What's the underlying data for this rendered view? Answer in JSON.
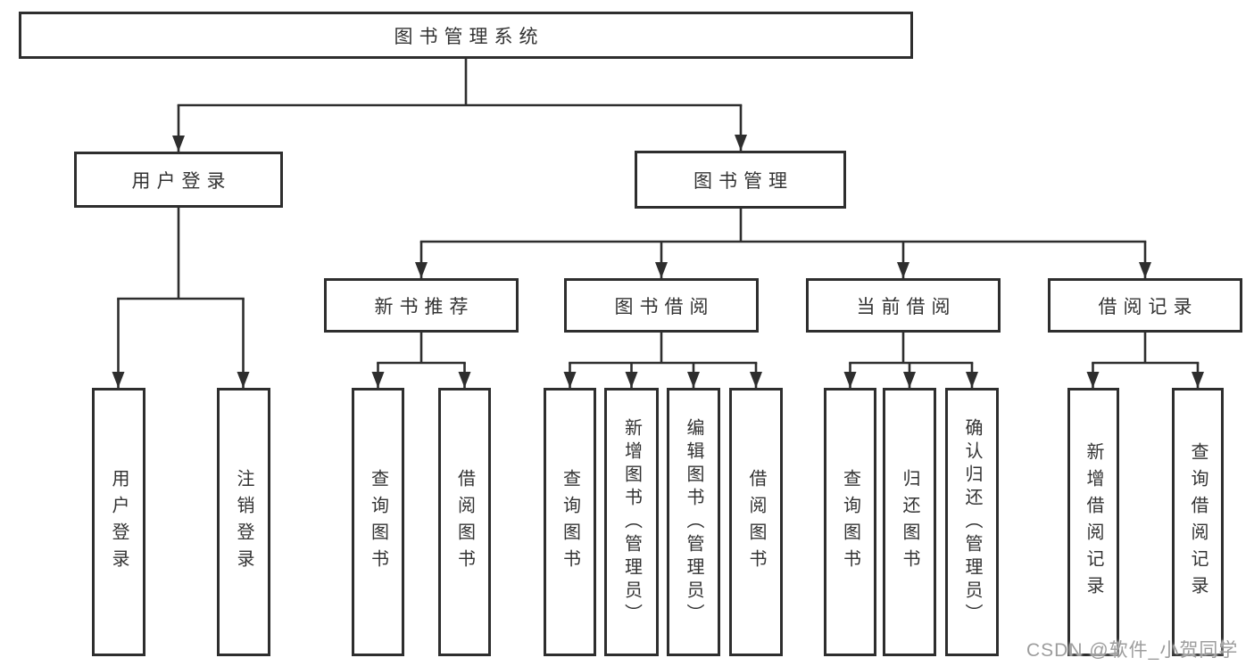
{
  "diagram_title": "图书管理系统",
  "tree": {
    "label": "图书管理系统",
    "children": [
      {
        "label": "用户登录",
        "children": [
          {
            "label": "用户登录"
          },
          {
            "label": "注销登录"
          }
        ]
      },
      {
        "label": "图书管理",
        "children": [
          {
            "label": "新书推荐",
            "children": [
              {
                "label": "查询图书"
              },
              {
                "label": "借阅图书"
              }
            ]
          },
          {
            "label": "图书借阅",
            "children": [
              {
                "label": "查询图书"
              },
              {
                "label": "新增图书（管理员）"
              },
              {
                "label": "编辑图书（管理员）"
              },
              {
                "label": "借阅图书"
              }
            ]
          },
          {
            "label": "当前借阅",
            "children": [
              {
                "label": "查询图书"
              },
              {
                "label": "归还图书"
              },
              {
                "label": "确认归还（管理员）"
              }
            ]
          },
          {
            "label": "借阅记录",
            "children": [
              {
                "label": "新增借阅记录"
              },
              {
                "label": "查询借阅记录"
              }
            ]
          }
        ]
      }
    ]
  },
  "watermark": {
    "text": "CSDN @软件_小贺同学"
  },
  "colors": {
    "line": "#2e2e2e",
    "border": "#2e2e2e",
    "text": "#333333",
    "background": "#ffffff",
    "watermark": "#9d9d9d"
  }
}
